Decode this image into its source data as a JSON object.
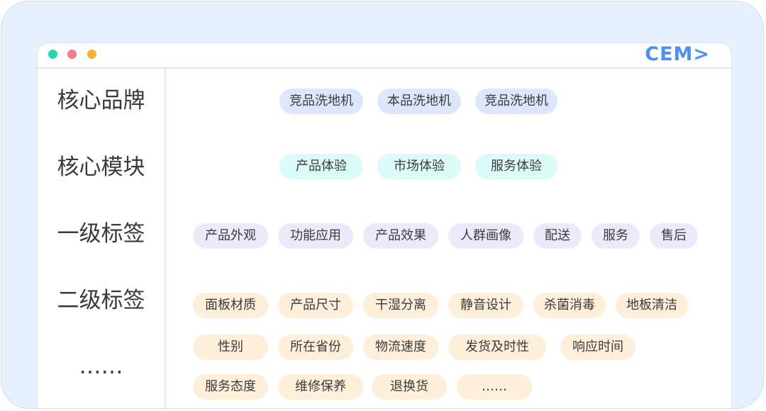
{
  "brand": "CEM>",
  "rows": {
    "core_brand": {
      "label": "核心品牌",
      "chips": [
        "竞品洗地机",
        "本品洗地机",
        "竞品洗地机"
      ]
    },
    "core_module": {
      "label": "核心模块",
      "chips": [
        "产品体验",
        "市场体验",
        "服务体验"
      ]
    },
    "level1": {
      "label": "一级标签",
      "chips": [
        "产品外观",
        "功能应用",
        "产品效果",
        "人群画像",
        "配送",
        "服务",
        "售后"
      ]
    },
    "level2": {
      "label": "二级标签",
      "chips": [
        "面板材质",
        "产品尺寸",
        "干湿分离",
        "静音设计",
        "杀菌消毒",
        "地板清洁",
        "性别",
        "所在省份",
        "物流速度",
        "发货及时性",
        "响应时间",
        "服务态度",
        "维修保养",
        "退换货",
        "……"
      ]
    },
    "more": {
      "label": "……"
    }
  },
  "colors": {
    "brand": "#4d8ef7",
    "chip_blue": "#dde6fb",
    "chip_cyan": "#dafbf7",
    "chip_purple": "#ece9fb",
    "chip_beige": "#fdefd9"
  }
}
